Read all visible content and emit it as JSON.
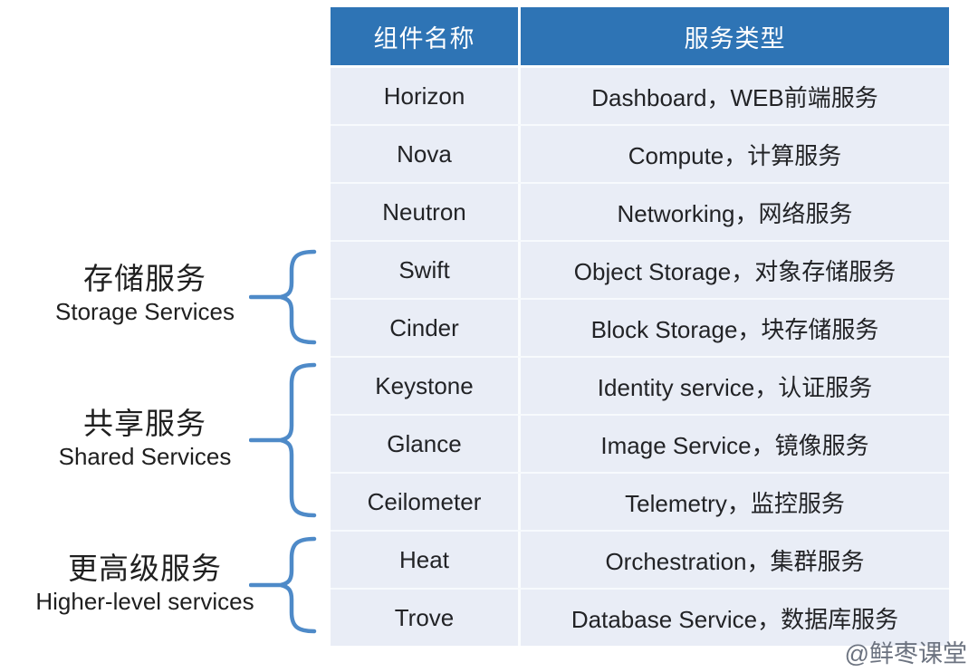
{
  "table": {
    "headers": [
      {
        "label": "组件名称"
      },
      {
        "label": "服务类型"
      }
    ],
    "rows": [
      {
        "component": "Horizon",
        "service": "Dashboard，WEB前端服务"
      },
      {
        "component": "Nova",
        "service": "Compute，计算服务"
      },
      {
        "component": "Neutron",
        "service": "Networking，网络服务"
      },
      {
        "component": "Swift",
        "service": "Object Storage，对象存储服务"
      },
      {
        "component": "Cinder",
        "service": "Block Storage，块存储服务"
      },
      {
        "component": "Keystone",
        "service": "Identity service，认证服务"
      },
      {
        "component": "Glance",
        "service": "Image Service，镜像服务"
      },
      {
        "component": "Ceilometer",
        "service": "Telemetry，监控服务"
      },
      {
        "component": "Heat",
        "service": "Orchestration，集群服务"
      },
      {
        "component": "Trove",
        "service": "Database Service，数据库服务"
      }
    ]
  },
  "annotations": [
    {
      "title": "存储服务",
      "subtitle": "Storage Services"
    },
    {
      "title": "共享服务",
      "subtitle": "Shared Services"
    },
    {
      "title": "更高级服务",
      "subtitle": "Higher-level services"
    }
  ],
  "watermark": "@鲜枣课堂",
  "colors": {
    "header_bg": "#2E74B5",
    "header_text": "#FFFFFF",
    "row_bg": "#E9EDF6",
    "row_separator": "#F7FAFD",
    "brace": "#4E8AC8",
    "cell_text": "#222326",
    "watermark_text": "#6C7380"
  }
}
